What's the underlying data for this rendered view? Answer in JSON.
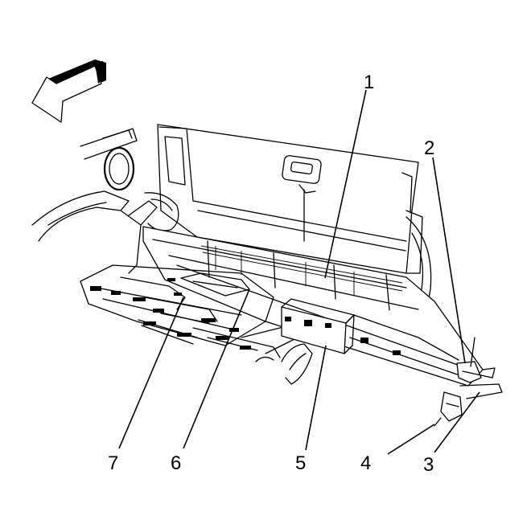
{
  "figure": {
    "callouts": [
      {
        "id": "1",
        "label": "1"
      },
      {
        "id": "2",
        "label": "2"
      },
      {
        "id": "3",
        "label": "3"
      },
      {
        "id": "4",
        "label": "4"
      },
      {
        "id": "5",
        "label": "5"
      },
      {
        "id": "6",
        "label": "6"
      },
      {
        "id": "7",
        "label": "7"
      }
    ],
    "icons": {
      "direction_arrow": "front-direction-arrow-icon"
    },
    "colors": {
      "line": "#000000",
      "background": "#ffffff"
    }
  }
}
